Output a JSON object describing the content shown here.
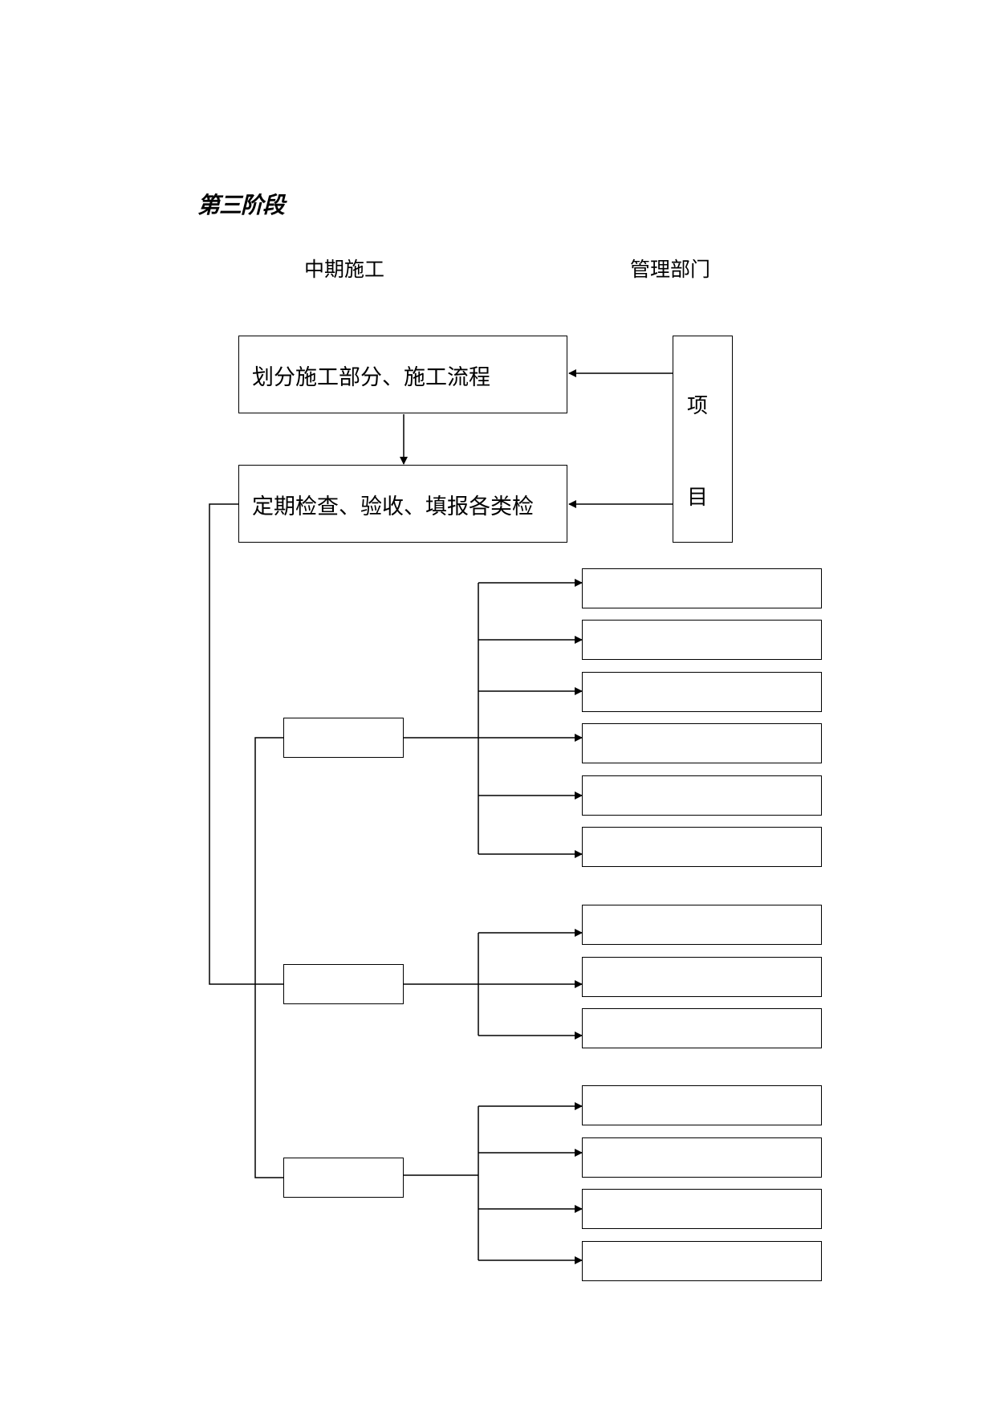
{
  "title": "第三阶段",
  "columns": {
    "left": "中期施工",
    "right": "管理部门"
  },
  "main_boxes": {
    "top": "划分施工部分、施工流程",
    "second": "定期检查、验收、填报各类检"
  },
  "dept_box": {
    "char1": "项",
    "char2": "目"
  },
  "groups": [
    {
      "label": "",
      "items": [
        "",
        "",
        "",
        "",
        "",
        ""
      ]
    },
    {
      "label": "",
      "items": [
        "",
        "",
        ""
      ]
    },
    {
      "label": "",
      "items": [
        "",
        "",
        "",
        ""
      ]
    }
  ]
}
